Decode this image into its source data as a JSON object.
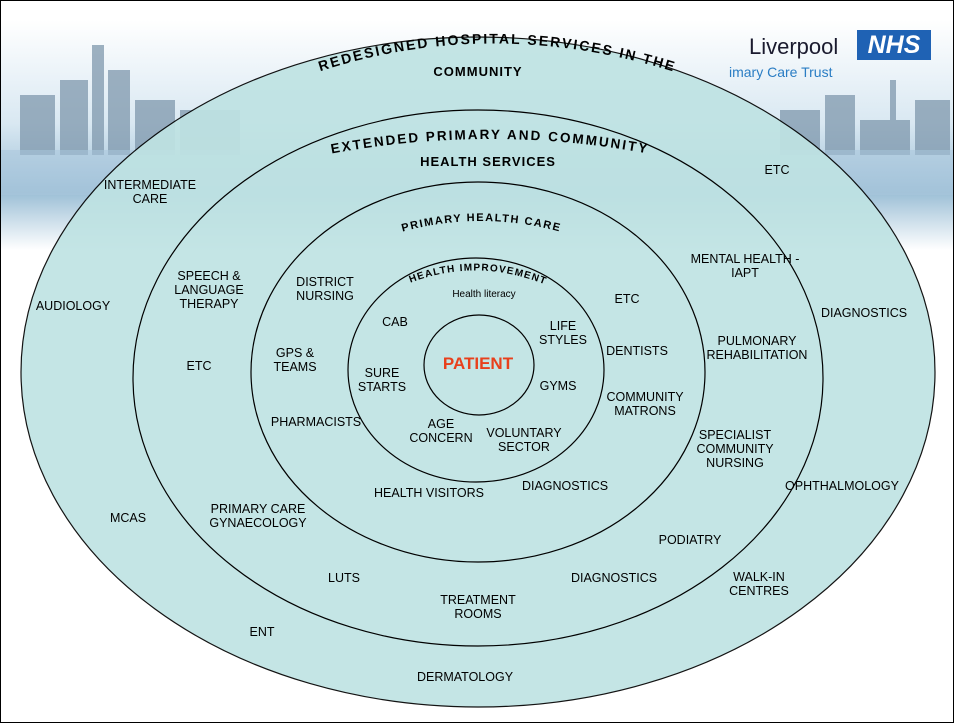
{
  "logo": {
    "word": "Liverpool",
    "badge": "NHS",
    "subtitle": "imary Care Trust"
  },
  "rings": {
    "outer": "REDESIGNED HOSPITAL SERVICES IN THE",
    "outer_line2": "COMMUNITY",
    "extended": "EXTENDED PRIMARY AND COMMUNITY",
    "extended_line2": "HEALTH SERVICES",
    "primary": "PRIMARY HEALTH CARE",
    "improvement": "HEALTH IMPROVEMENT",
    "centre": "PATIENT"
  },
  "labels": {
    "health_literacy": "Health literacy",
    "cab": "CAB",
    "life_styles": "LIFE\nSTYLES",
    "sure_starts": "SURE\nSTARTS",
    "gyms": "GYMS",
    "age_concern": "AGE\nCONCERN",
    "voluntary_sector": "VOLUNTARY\nSECTOR",
    "district_nursing": "DISTRICT\nNURSING",
    "etc_primary": "ETC",
    "gps_teams": "GPS &\nTEAMS",
    "dentists": "DENTISTS",
    "pharmacists": "PHARMACISTS",
    "community_matrons": "COMMUNITY\nMATRONS",
    "health_visitors": "HEALTH VISITORS",
    "diagnostics_primary": "DIAGNOSTICS",
    "intermediate_care": "INTERMEDIATE\nCARE",
    "speech_language": "SPEECH &\nLANGUAGE\nTHERAPY",
    "etc_extended_left": "ETC",
    "mental_health": "MENTAL HEALTH -\nIAPT",
    "pulmonary_rehab": "PULMONARY\nREHABILITATION",
    "specialist_nursing": "SPECIALIST\nCOMMUNITY\nNURSING",
    "primary_care_gynae": "PRIMARY CARE\nGYNAECOLOGY",
    "podiatry": "PODIATRY",
    "luts": "LUTS",
    "diagnostics_extended": "DIAGNOSTICS",
    "treatment_rooms": "TREATMENT\nROOMS",
    "etc_outer": "ETC",
    "audiology": "AUDIOLOGY",
    "diagnostics_outer": "DIAGNOSTICS",
    "ophthalmology": "OPHTHALMOLOGY",
    "mcas": "MCAS",
    "walk_in_centres": "WALK-IN\nCENTRES",
    "ent": "ENT",
    "dermatology": "DERMATOLOGY"
  },
  "colors": {
    "ring_fill": "#bfe3e3",
    "ring_stroke": "#000000",
    "patient": "#e8401c",
    "nhs_blue": "#1f62b4"
  }
}
